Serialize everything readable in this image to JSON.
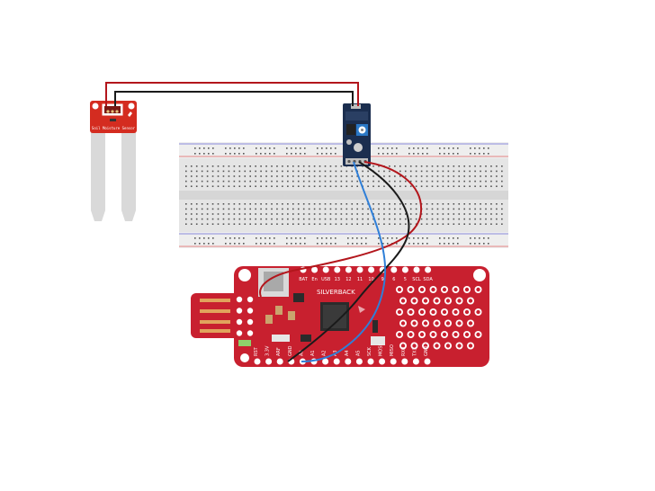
{
  "soil_sensor": {
    "label": "Soil Moisture Sensor",
    "board_color": "#d42c20",
    "probe_color": "#d9d9d9"
  },
  "sensor_module": {
    "board_color": "#1b2e4f",
    "pot_color": "#2a78c6"
  },
  "breadboard": {
    "body_color": "#e5e5e5",
    "rail_red": "#e06060",
    "rail_blue": "#6b6bd6"
  },
  "controller": {
    "brand": "SILVERBACK",
    "board_color": "#c8202f",
    "top_pins": [
      "BAT",
      "En",
      "USB",
      "13",
      "12",
      "11",
      "10",
      "9",
      "6",
      "5",
      "SCL",
      "SDA"
    ],
    "bottom_pins": [
      "RST",
      "3.3V",
      "ARF",
      "GND",
      "A0",
      "A1",
      "A2",
      "A3",
      "A4",
      "A5",
      "SCK",
      "MOSI",
      "MISO",
      "RX0",
      "TX1",
      "GND"
    ]
  },
  "wires": {
    "red": "#b3161c",
    "black": "#1a1a1a",
    "blue": "#2f7fd8"
  }
}
